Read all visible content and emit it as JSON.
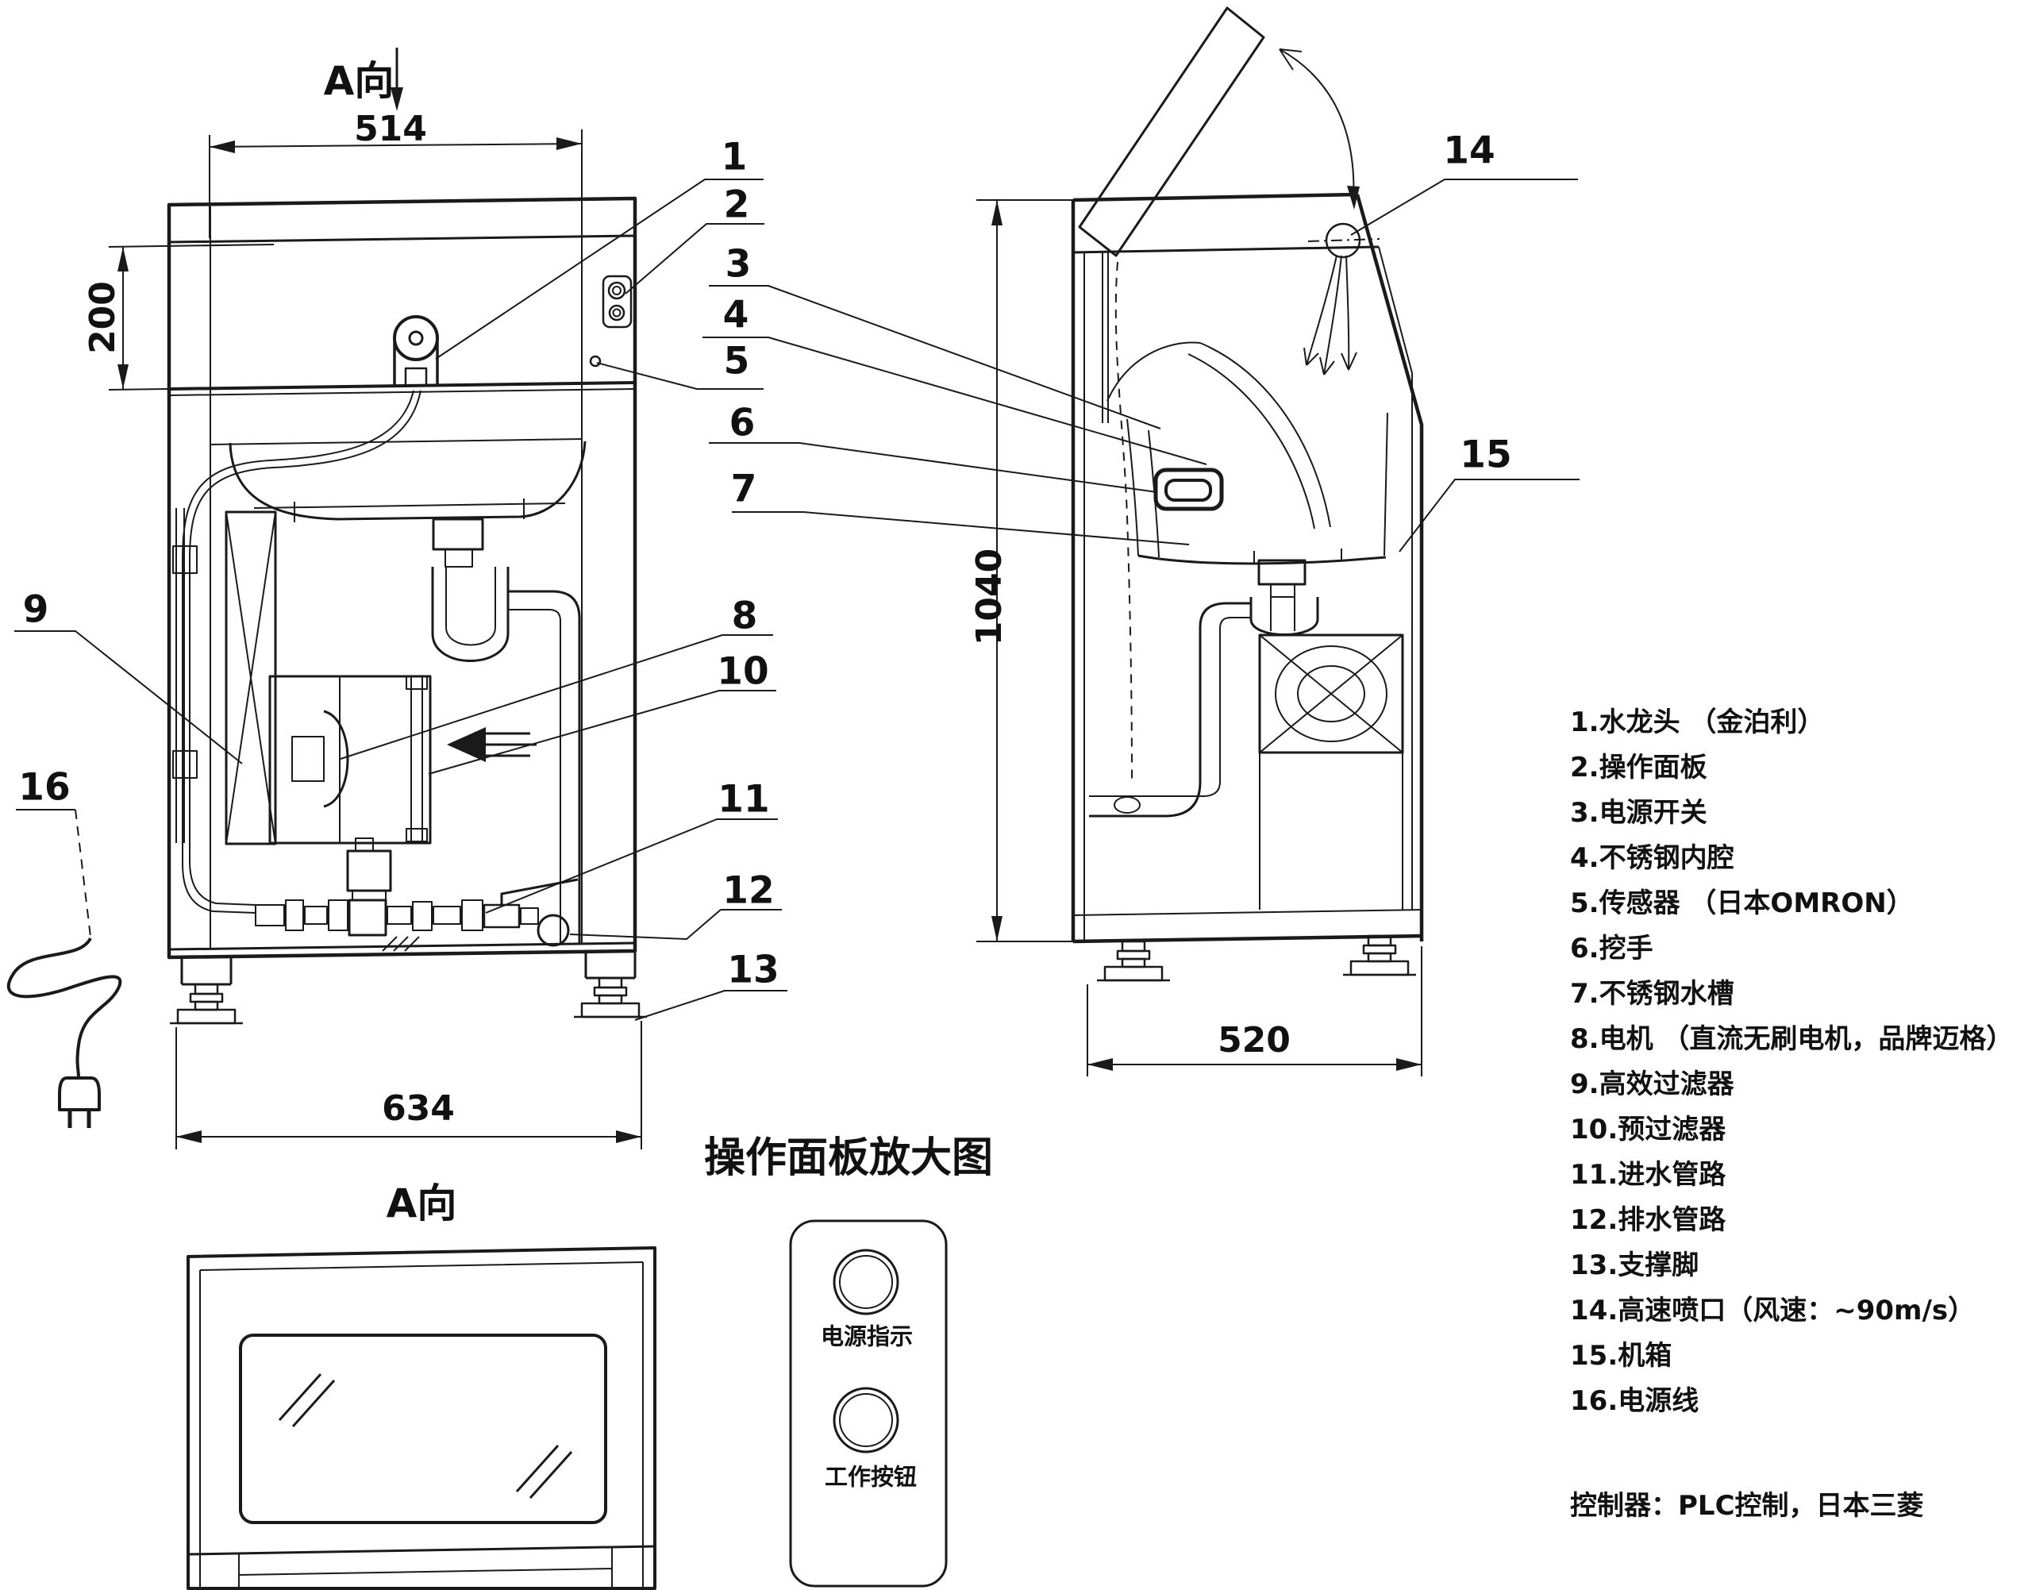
{
  "views": {
    "front_direction_label": "A向",
    "panel_direction_label": "A向"
  },
  "dims": {
    "front_width_top": "514",
    "front_top_height": "200",
    "front_width_bottom": "634",
    "side_height": "1040",
    "side_depth": "520"
  },
  "callouts": {
    "n1": "1",
    "n2": "2",
    "n3": "3",
    "n4": "4",
    "n5": "5",
    "n6": "6",
    "n7": "7",
    "n8": "8",
    "n9": "9",
    "n10": "10",
    "n11": "11",
    "n12": "12",
    "n13": "13",
    "n14": "14",
    "n15": "15",
    "n16": "16"
  },
  "panel_enlarged": {
    "title": "操作面板放大图",
    "power_indicator_label": "电源指示",
    "work_button_label": "工作按钮"
  },
  "legend": {
    "items": [
      "1.水龙头 （金泊利）",
      "2.操作面板",
      "3.电源开关",
      "4.不锈钢内腔",
      "5.传感器  （日本OMRON）",
      "6.挖手",
      "7.不锈钢水槽",
      "8.电机  （直流无刷电机，品牌迈格）",
      "9.高效过滤器",
      "10.预过滤器",
      "11.进水管路",
      "12.排水管路",
      "13.支撑脚",
      "14.高速喷口（风速：~90m/s）",
      "15.机箱",
      "16.电源线"
    ],
    "controller_note": "控制器：PLC控制，日本三菱"
  },
  "colors": {
    "line": "#1a1a1a",
    "background": "#ffffff"
  }
}
